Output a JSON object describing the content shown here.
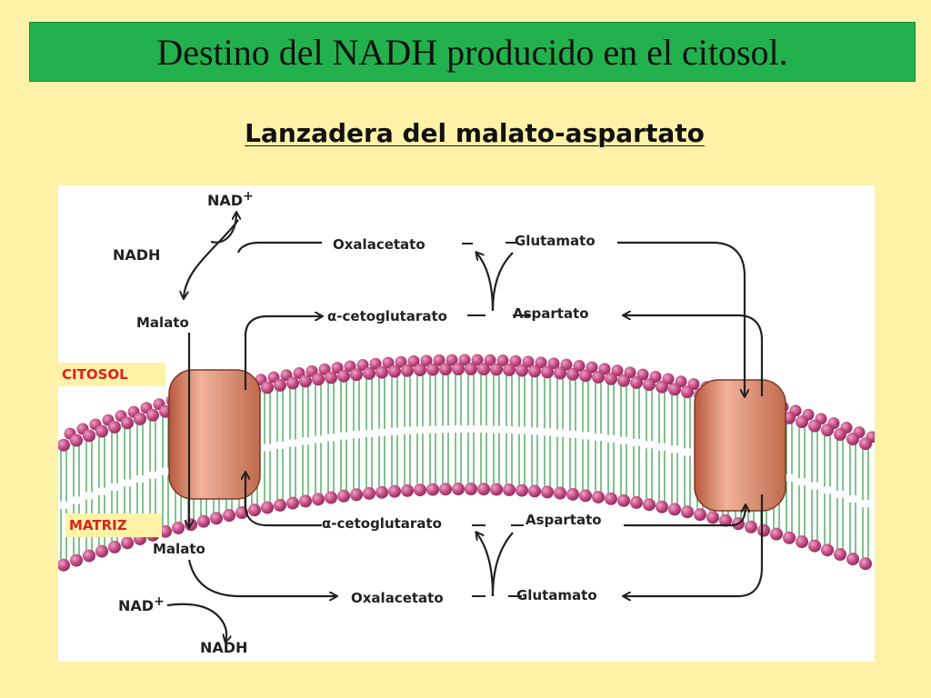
{
  "header": {
    "title": "Destino del NADH producido en el citosol.",
    "subtitle": "Lanzadera del malato-aspartato"
  },
  "regions": {
    "cytosol": "CITOSOL",
    "matrix": "MATRIZ"
  },
  "cytosol": {
    "nad_plus": "NAD",
    "nadh": "NADH",
    "malato": "Malato",
    "oxalacetato": "Oxalacetato",
    "glutamato": "Glutamato",
    "cetoglutarato": "α-cetoglutarato",
    "aspartato": "Aspartato"
  },
  "matrix": {
    "malato": "Malato",
    "cetoglutarato": "α-cetoglutarato",
    "aspartato": "Aspartato",
    "oxalacetato": "Oxalacetato",
    "glutamato": "Glutamato",
    "nad_plus": "NAD",
    "nadh": "NADH"
  },
  "colors": {
    "title_bar": "#22b14c",
    "background": "#fdf2a7",
    "region_label": "#e0201e",
    "phospholipid_head": "#c2477f",
    "phospholipid_tail": "#2f9a47",
    "transporter": "#d9876a"
  }
}
